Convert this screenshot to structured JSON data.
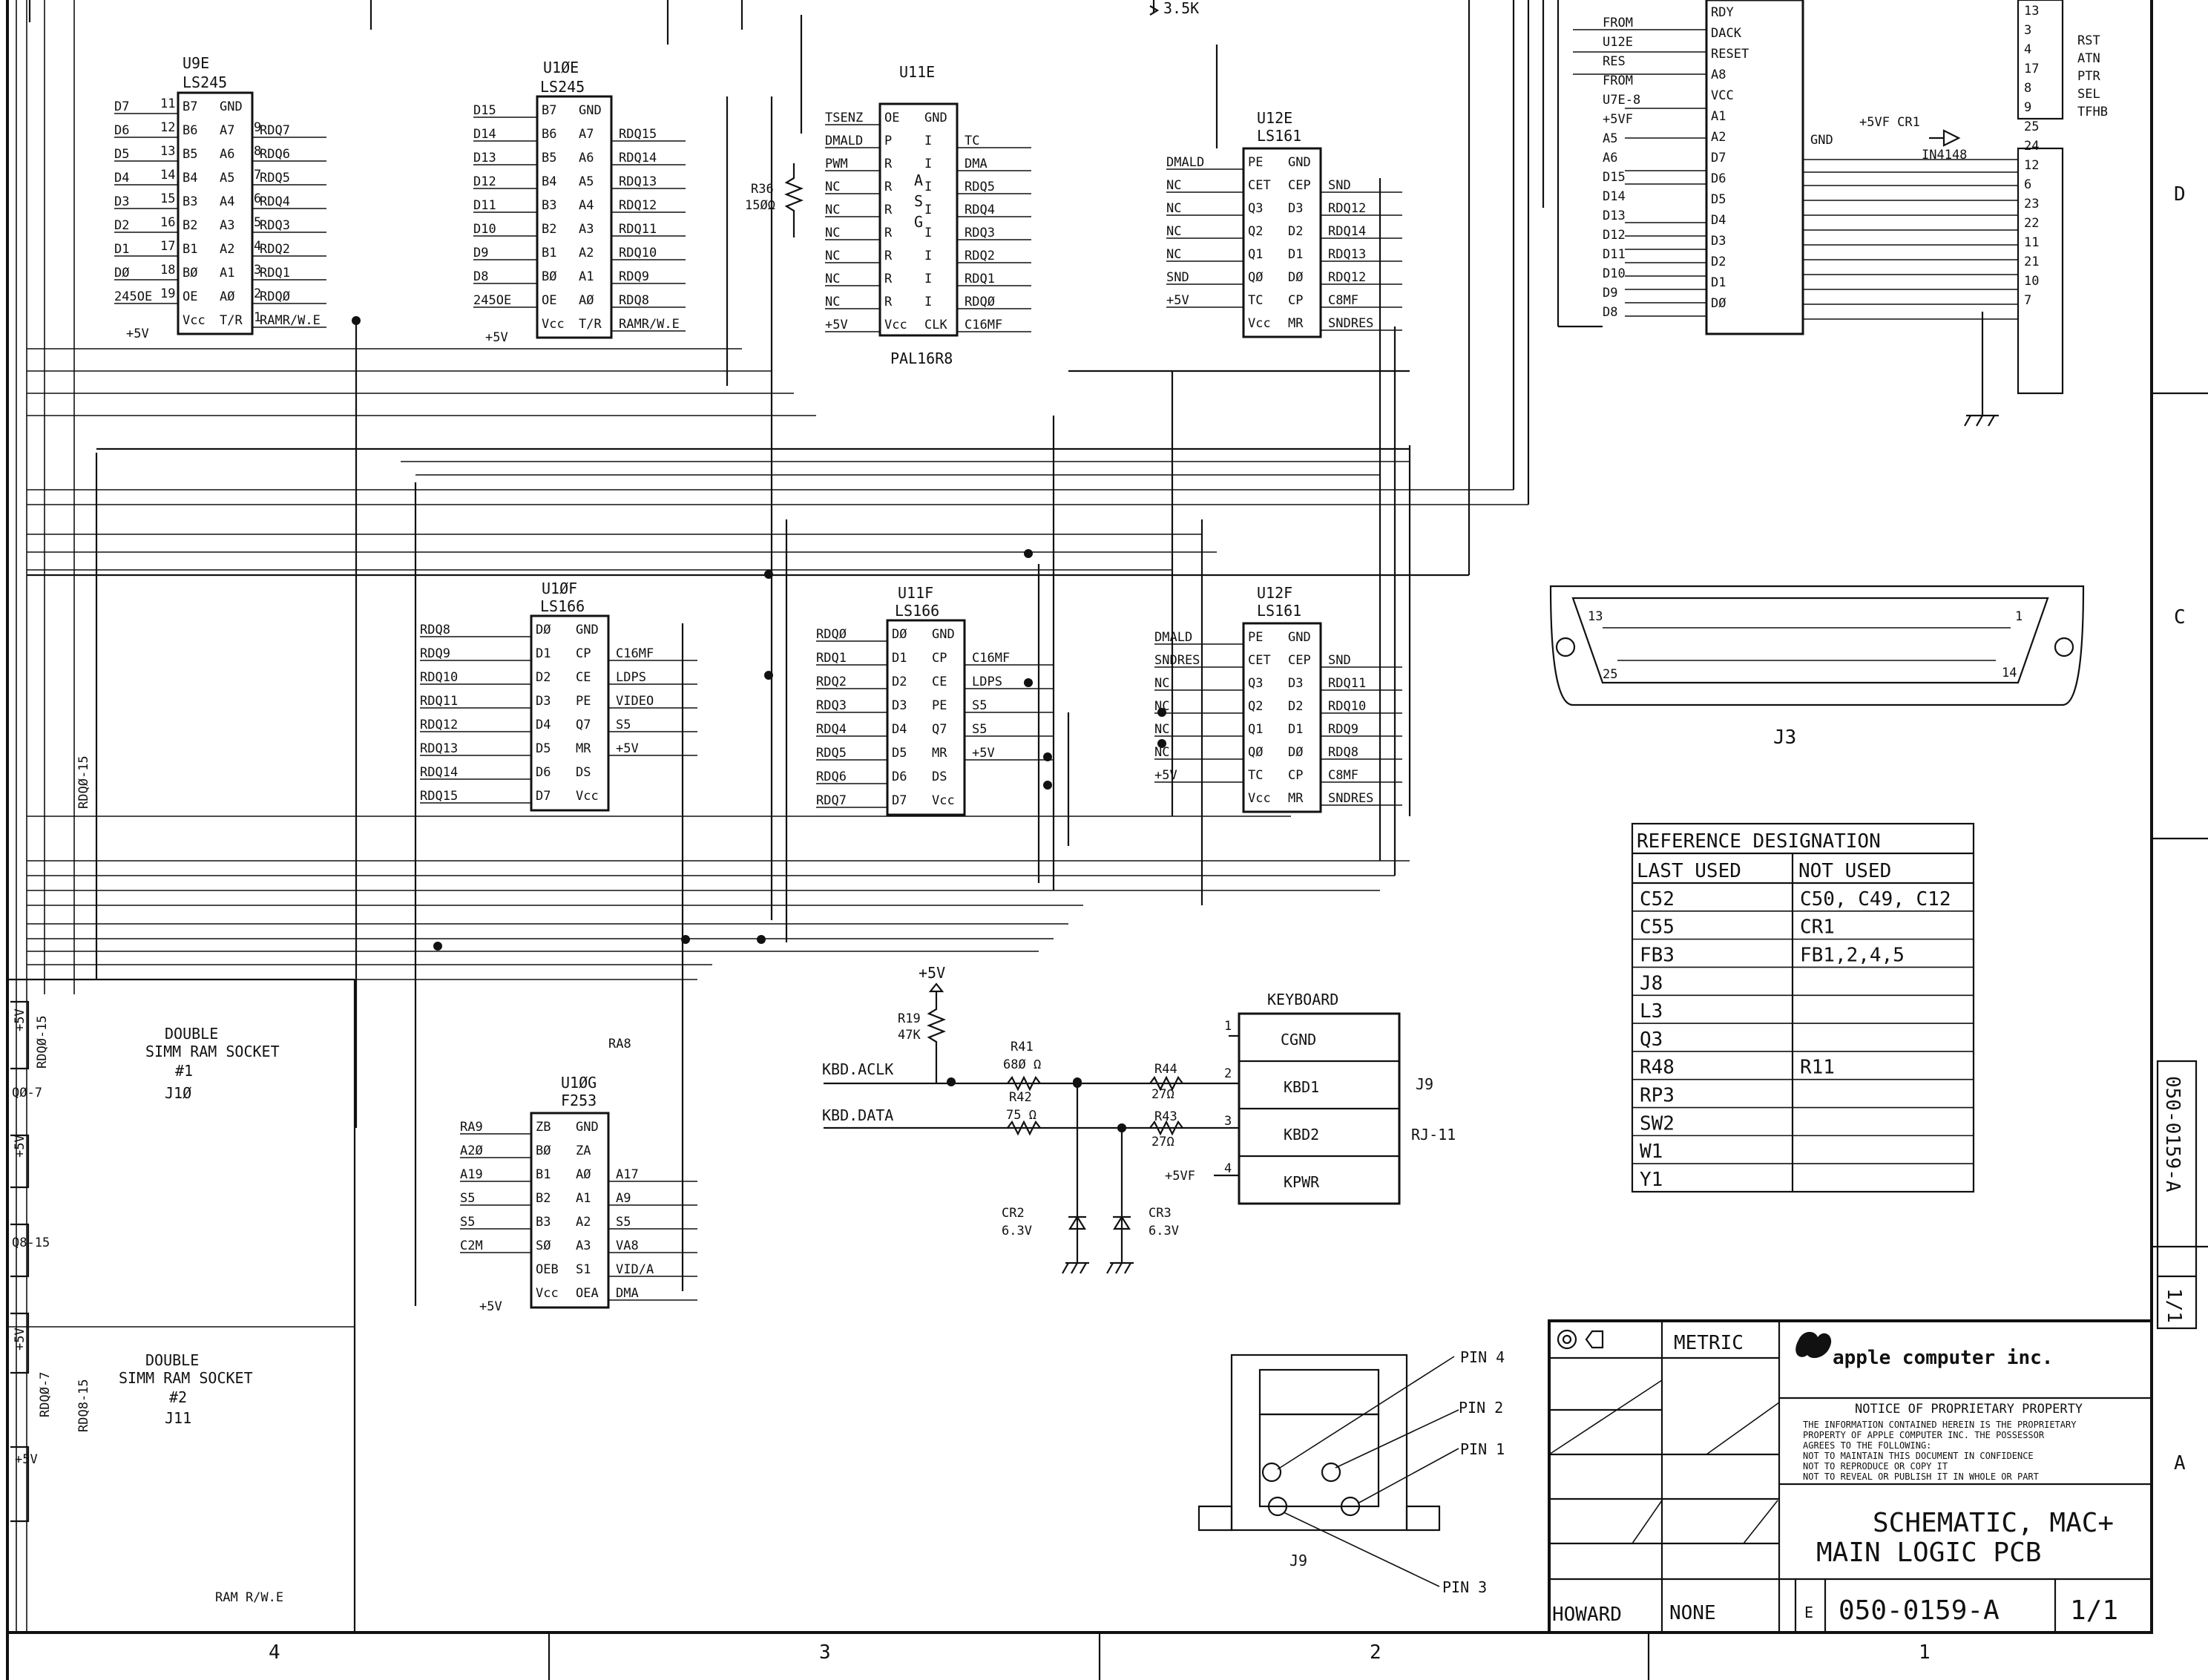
{
  "border": {
    "zones_bottom": [
      "4",
      "3",
      "2",
      "1"
    ],
    "zones_right": [
      "D",
      "C",
      "A"
    ]
  },
  "top_fragment": {
    "r_value": "3.5K"
  },
  "u9e": {
    "ref": "U9E",
    "part": "LS245",
    "left_labels": [
      "D7",
      "D6",
      "D5",
      "D4",
      "D3",
      "D2",
      "D1",
      "DØ",
      "245OE"
    ],
    "left_pins": [
      "11",
      "12",
      "13",
      "14",
      "15",
      "16",
      "17",
      "18",
      "19"
    ],
    "body_left": [
      "B7",
      "B6",
      "B5",
      "B4",
      "B3",
      "B2",
      "B1",
      "BØ",
      "OE",
      "Vcc"
    ],
    "body_right": [
      "GND",
      "A7",
      "A6",
      "A5",
      "A4",
      "A3",
      "A2",
      "A1",
      "AØ",
      "T/R"
    ],
    "right_pins": [
      "9",
      "8",
      "7",
      "6",
      "5",
      "4",
      "3",
      "2",
      "1"
    ],
    "right_labels": [
      "RDQ7",
      "RDQ6",
      "RDQ5",
      "RDQ4",
      "RDQ3",
      "RDQ2",
      "RDQ1",
      "RDQØ",
      "RAMR/W.E"
    ],
    "vcc": "+5V"
  },
  "u10e": {
    "ref": "U1ØE",
    "part": "LS245",
    "left_labels": [
      "D15",
      "D14",
      "D13",
      "D12",
      "D11",
      "D10",
      "D9",
      "D8",
      "245OE"
    ],
    "body_left": [
      "B7",
      "B6",
      "B5",
      "B4",
      "B3",
      "B2",
      "B1",
      "BØ",
      "OE",
      "Vcc"
    ],
    "body_right": [
      "GND",
      "A7",
      "A6",
      "A5",
      "A4",
      "A3",
      "A2",
      "A1",
      "AØ",
      "T/R"
    ],
    "right_labels": [
      "RDQ15",
      "RDQ14",
      "RDQ13",
      "RDQ12",
      "RDQ11",
      "RDQ10",
      "RDQ9",
      "RDQ8",
      "RAMR/W.E"
    ],
    "vcc": "+5V"
  },
  "u11e": {
    "ref": "U11E",
    "part": "PAL16R8",
    "left_labels": [
      "TSENZ",
      "DMALD",
      "PWM",
      "NC",
      "NC",
      "NC",
      "NC",
      "NC",
      "NC",
      "+5V"
    ],
    "body_left": [
      "OE",
      "P",
      "R",
      "R",
      "R",
      "R",
      "R",
      "R",
      "R",
      "Vcc"
    ],
    "body_center": "ASG",
    "body_right": [
      "GND",
      "I",
      "I",
      "I",
      "I",
      "I",
      "I",
      "I",
      "I",
      "CLK"
    ],
    "right_labels": [
      "TC",
      "DMA",
      "RDQ5",
      "RDQ4",
      "RDQ3",
      "RDQ2",
      "RDQ1",
      "RDQØ",
      "C16MF"
    ],
    "resistor": "R36",
    "resistor_value": "15ØΩ"
  },
  "u12e": {
    "ref": "U12E",
    "part": "LS161",
    "left_labels": [
      "DMALD",
      "NC",
      "NC",
      "NC",
      "NC",
      "SND",
      "+5V"
    ],
    "body_left": [
      "PE",
      "CET",
      "Q3",
      "Q2",
      "Q1",
      "QØ",
      "TC",
      "Vcc"
    ],
    "body_right": [
      "GND",
      "CEP",
      "D3",
      "D2",
      "D1",
      "DØ",
      "CP",
      "MR"
    ],
    "right_labels": [
      "SND",
      "RDQ12",
      "RDQ14",
      "RDQ13",
      "RDQ12",
      "C8MF",
      "SNDRES"
    ]
  },
  "u10f": {
    "ref": "U1ØF",
    "part": "LS166",
    "left_labels": [
      "RDQ8",
      "RDQ9",
      "RDQ10",
      "RDQ11",
      "RDQ12",
      "RDQ13",
      "RDQ14",
      "RDQ15"
    ],
    "body_left": [
      "DØ",
      "D1",
      "D2",
      "D3",
      "D4",
      "D5",
      "D6",
      "D7"
    ],
    "body_right": [
      "GND",
      "CP",
      "CE",
      "PE",
      "Q7",
      "MR",
      "DS",
      "Vcc"
    ],
    "right_labels": [
      "C16MF",
      "LDPS",
      "VIDEO",
      "S5",
      "+5V"
    ]
  },
  "u11f": {
    "ref": "U11F",
    "part": "LS166",
    "left_labels": [
      "RDQØ",
      "RDQ1",
      "RDQ2",
      "RDQ3",
      "RDQ4",
      "RDQ5",
      "RDQ6",
      "RDQ7"
    ],
    "body_left": [
      "DØ",
      "D1",
      "D2",
      "D3",
      "D4",
      "D5",
      "D6",
      "D7"
    ],
    "body_right": [
      "GND",
      "CP",
      "CE",
      "PE",
      "Q7",
      "MR",
      "DS",
      "Vcc"
    ],
    "right_labels": [
      "C16MF",
      "LDPS",
      "S5",
      "S5",
      "+5V"
    ]
  },
  "u12f": {
    "ref": "U12F",
    "part": "LS161",
    "left_labels": [
      "DMALD",
      "SNDRES",
      "NC",
      "NC",
      "NC",
      "NC",
      "+5V"
    ],
    "body_left": [
      "PE",
      "CET",
      "Q3",
      "Q2",
      "Q1",
      "QØ",
      "TC",
      "Vcc"
    ],
    "body_right": [
      "GND",
      "CEP",
      "D3",
      "D2",
      "D1",
      "DØ",
      "CP",
      "MR"
    ],
    "right_labels": [
      "SND",
      "RDQ11",
      "RDQ10",
      "RDQ9",
      "RDQ8",
      "C8MF",
      "SNDRES"
    ]
  },
  "u10g": {
    "ref": "U1ØG",
    "part": "F253",
    "left_labels": [
      "RA9",
      "A2Ø",
      "A19",
      "S5",
      "S5",
      "C2M"
    ],
    "body_left": [
      "ZB",
      "BØ",
      "B1",
      "B2",
      "B3",
      "SØ",
      "OEB",
      "Vcc"
    ],
    "body_right": [
      "GND",
      "ZA",
      "AØ",
      "A1",
      "A2",
      "A3",
      "S1",
      "OEA"
    ],
    "right_labels": [
      "A17",
      "A9",
      "S5",
      "VA8",
      "VID/A",
      "DMA"
    ],
    "top_label": "RA8",
    "vcc": "+5V"
  },
  "left_net_label": "RDQØ-15",
  "simm1": {
    "title1": "DOUBLE",
    "title2": "SIMM RAM SOCKET",
    "num": "#1",
    "ref": "J1Ø"
  },
  "simm2": {
    "title1": "DOUBLE",
    "title2": "SIMM RAM SOCKET",
    "num": "#2",
    "ref": "J11"
  },
  "left_edge_labels": [
    "+5V",
    "RDQØ-15",
    "QØ-7",
    "+5V",
    "Q8-15",
    "+5V",
    "RDQØ-7",
    "RDQ8-15",
    "+5V",
    "RAM R/W.E"
  ],
  "ram_rwe": "RAM R/W.E",
  "keyboard": {
    "title": "KEYBOARD",
    "pins": [
      "1",
      "2",
      "3",
      "4"
    ],
    "lines": [
      "CGND",
      "KBD1",
      "KBD2",
      "KPWR"
    ],
    "ref": "J9",
    "type": "RJ-11",
    "kbd_aclk": "KBD.ACLK",
    "kbd_data": "KBD.DATA",
    "r19": "R19",
    "r19_val": "47K",
    "vcc": "+5V",
    "r41": "R41",
    "r41_val": "68Ø Ω",
    "r42": "R42",
    "r42_val": "75 Ω",
    "r44": "R44",
    "r44_val": "27Ω",
    "r43": "R43",
    "r43_val": "27Ω",
    "kpwr_src": "+5VF",
    "cr2": "CR2",
    "cr2_val": "6.3V",
    "cr3": "CR3",
    "cr3_val": "6.3V"
  },
  "j3": {
    "ref": "J3",
    "pin_13": "13",
    "pin_1": "1",
    "pin_25": "25",
    "pin_14": "14"
  },
  "j9_diagram": {
    "ref": "J9",
    "pins": [
      "PIN 4",
      "PIN 2",
      "PIN 1",
      "PIN 3"
    ]
  },
  "ref_table": {
    "header": "REFERENCE DESIGNATION",
    "col1": "LAST USED",
    "col2": "NOT USED",
    "rows": [
      [
        "C52",
        "C50, C49, C12"
      ],
      [
        "C55",
        "CR1"
      ],
      [
        "FB3",
        "FB1,2,4,5"
      ],
      [
        "J8",
        ""
      ],
      [
        "L3",
        ""
      ],
      [
        "Q3",
        ""
      ],
      [
        "R48",
        "R11"
      ],
      [
        "RP3",
        ""
      ],
      [
        "SW2",
        ""
      ],
      [
        "W1",
        ""
      ],
      [
        "Y1",
        ""
      ]
    ]
  },
  "upper_right": {
    "pins_mid": [
      "RDY",
      "DACK",
      "RESET",
      "A8",
      "VCC",
      "A1",
      "A2",
      "D7",
      "D6",
      "D5",
      "D4",
      "D3",
      "D2",
      "D1",
      "DØ"
    ],
    "labels_left": [
      "FROM",
      "U12E",
      "RES",
      "FROM",
      "U7E-8",
      "+5VF",
      "A5",
      "A6",
      "D15",
      "D14",
      "D13",
      "D12",
      "D11",
      "D10",
      "D9",
      "D8"
    ],
    "cr1": "+5VF CR1",
    "diode": "IN4148",
    "pins_right": [
      "13",
      "3",
      "4",
      "17",
      "8",
      "9",
      "25",
      "24",
      "12",
      "6",
      "23",
      "22",
      "11",
      "21",
      "10",
      "7"
    ],
    "labels_right": [
      "RST",
      "ATN",
      "PTR",
      "SEL",
      "TFHB"
    ],
    "gnd": "GND"
  },
  "side_tab": {
    "doc": "050-0159-A",
    "sheet": "1/1"
  },
  "title_block": {
    "metric": "METRIC",
    "company": "apple computer inc.",
    "notice_title": "NOTICE OF PROPRIETARY PROPERTY",
    "notice_text": [
      "THE INFORMATION CONTAINED HEREIN IS THE PROPRIETARY",
      "PROPERTY OF APPLE COMPUTER INC. THE POSSESSOR",
      "AGREES TO THE FOLLOWING:",
      "  NOT TO MAINTAIN THIS DOCUMENT IN CONFIDENCE",
      "  NOT TO REPRODUCE OR COPY IT",
      "  NOT TO REVEAL OR PUBLISH IT IN WHOLE OR PART"
    ],
    "title_line1": "SCHEMATIC, MAC+",
    "title_line2": "MAIN LOGIC PCB",
    "drawn_by": "HOWARD",
    "scale": "NONE",
    "size": "E",
    "doc_number": "050-0159-A",
    "sheet": "1/1"
  }
}
